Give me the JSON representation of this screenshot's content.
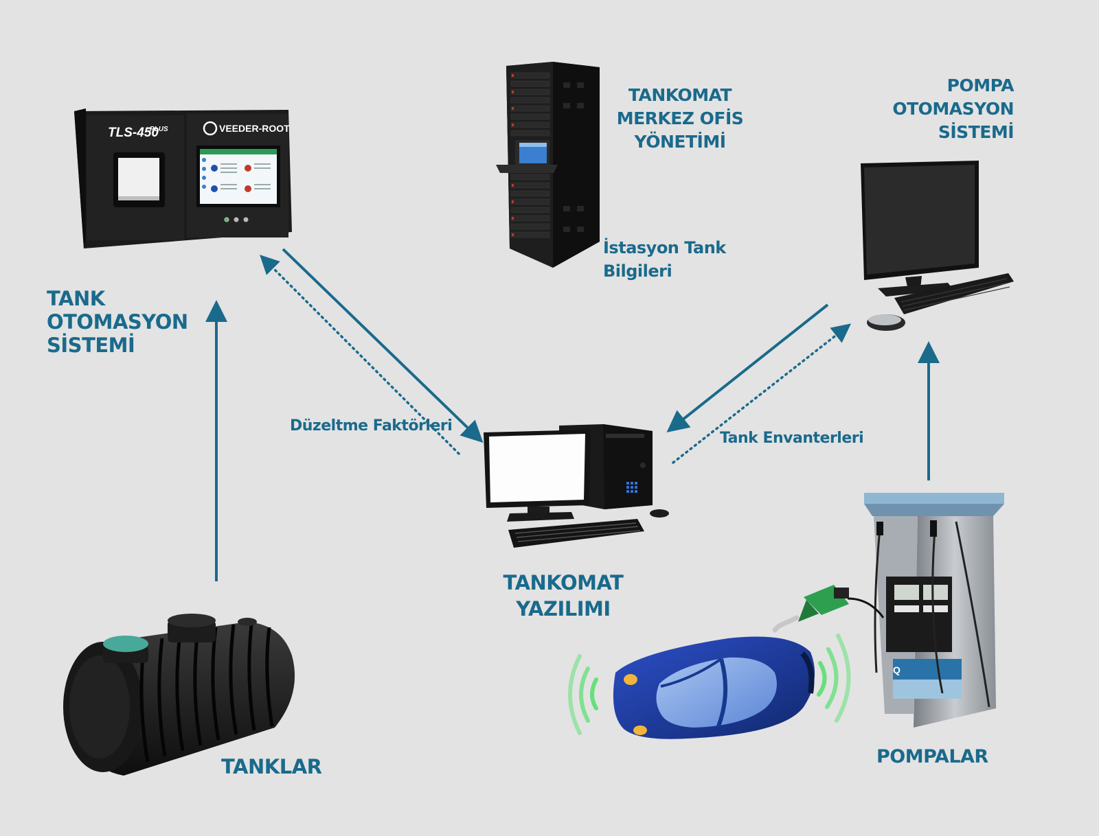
{
  "colors": {
    "accent": "#1a6a8c",
    "background": "#e3e3e3",
    "signal": "#66e07a",
    "car": "#1a3a9c"
  },
  "labels": {
    "tank_automation": [
      "TANK",
      "OTOMASYON",
      "SİSTEMİ"
    ],
    "head_office": [
      "TANKOMAT",
      "MERKEZ OFİS",
      "YÖNETİMİ"
    ],
    "pump_automation": [
      "POMPA",
      "OTOMASYON",
      "SİSTEMİ"
    ],
    "station_tank_info": [
      "İstasyon Tank",
      "Bilgileri"
    ],
    "correction_factors": "Düzeltme Faktörleri",
    "tank_inventories": "Tank Envanterleri",
    "software": [
      "TANKOMAT",
      "YAZILIMI"
    ],
    "tanks": "TANKLAR",
    "pumps": "POMPALAR"
  },
  "devices": {
    "tls": {
      "model": "TLS-450",
      "model_suffix": "PLUS",
      "brand": "VEEDER-ROOT"
    },
    "dispenser": {
      "brand_mark": "Q"
    }
  },
  "icons": [
    "tank-gauge-console-icon",
    "server-rack-icon",
    "desktop-monitor-icon",
    "pc-workstation-icon",
    "underground-tank-icon",
    "fuel-dispenser-icon",
    "car-icon",
    "fuel-nozzle-icon"
  ]
}
